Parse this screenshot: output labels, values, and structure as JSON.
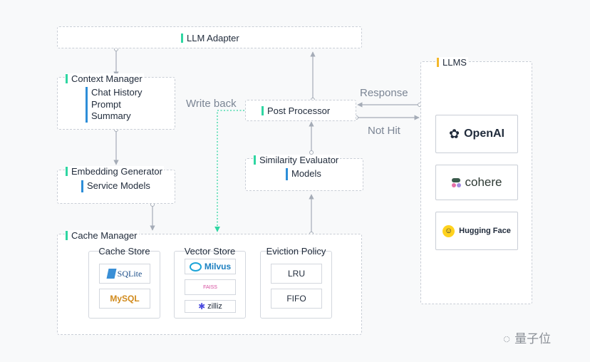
{
  "llm_adapter": {
    "title": "LLM Adapter"
  },
  "context_manager": {
    "title": "Context Manager",
    "items": [
      "Chat  History",
      "Prompt",
      "Summary"
    ]
  },
  "embedding_generator": {
    "title": "Embedding Generator",
    "item": "Service Models"
  },
  "cache_manager": {
    "title": "Cache Manager",
    "cache_store": {
      "title": "Cache Store",
      "tiles": [
        "SQLite",
        "MySQL"
      ]
    },
    "vector_store": {
      "title": "Vector Store",
      "tiles": [
        "Milvus",
        "FAISS",
        "zilliz"
      ]
    },
    "eviction_policy": {
      "title": "Eviction Policy",
      "tiles": [
        "LRU",
        "FIFO"
      ]
    }
  },
  "post_processor": {
    "title": "Post Processor"
  },
  "similarity_evaluator": {
    "title": "Similarity Evaluator",
    "item": "Models"
  },
  "llms": {
    "title": "LLMS",
    "providers": [
      "OpenAI",
      "cohere",
      "Hugging Face"
    ]
  },
  "edges": {
    "write_back": "Write back",
    "response": "Response",
    "not_hit": "Not Hit"
  },
  "watermark": "量子位",
  "colors": {
    "accent_green": "#2fd6a2",
    "accent_blue": "#2d8ed8",
    "accent_yellow": "#f3b82c"
  }
}
